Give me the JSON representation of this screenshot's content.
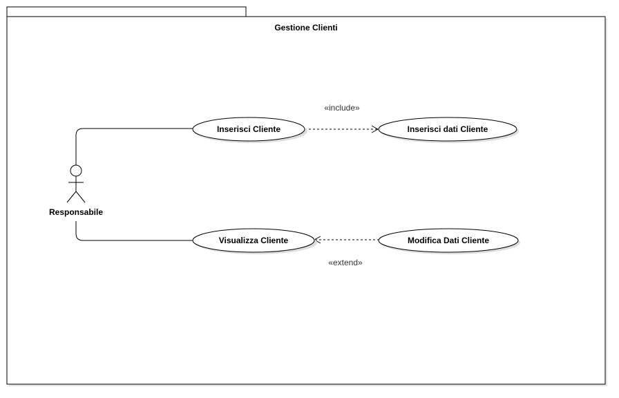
{
  "package": {
    "title": "Gestione Clienti"
  },
  "actor": {
    "name": "Responsabile"
  },
  "use_cases": {
    "inserisci_cliente": "Inserisci Cliente",
    "inserisci_dati_cliente": "Inserisci dati Cliente",
    "visualizza_cliente": "Visualizza Cliente",
    "modifica_dati_cliente": "Modifica Dati Cliente"
  },
  "relations": {
    "include_label": "«include»",
    "extend_label": "«extend»"
  },
  "colors": {
    "stroke": "#000000",
    "fill": "#ffffff",
    "shadow": "#d9d9d9"
  }
}
